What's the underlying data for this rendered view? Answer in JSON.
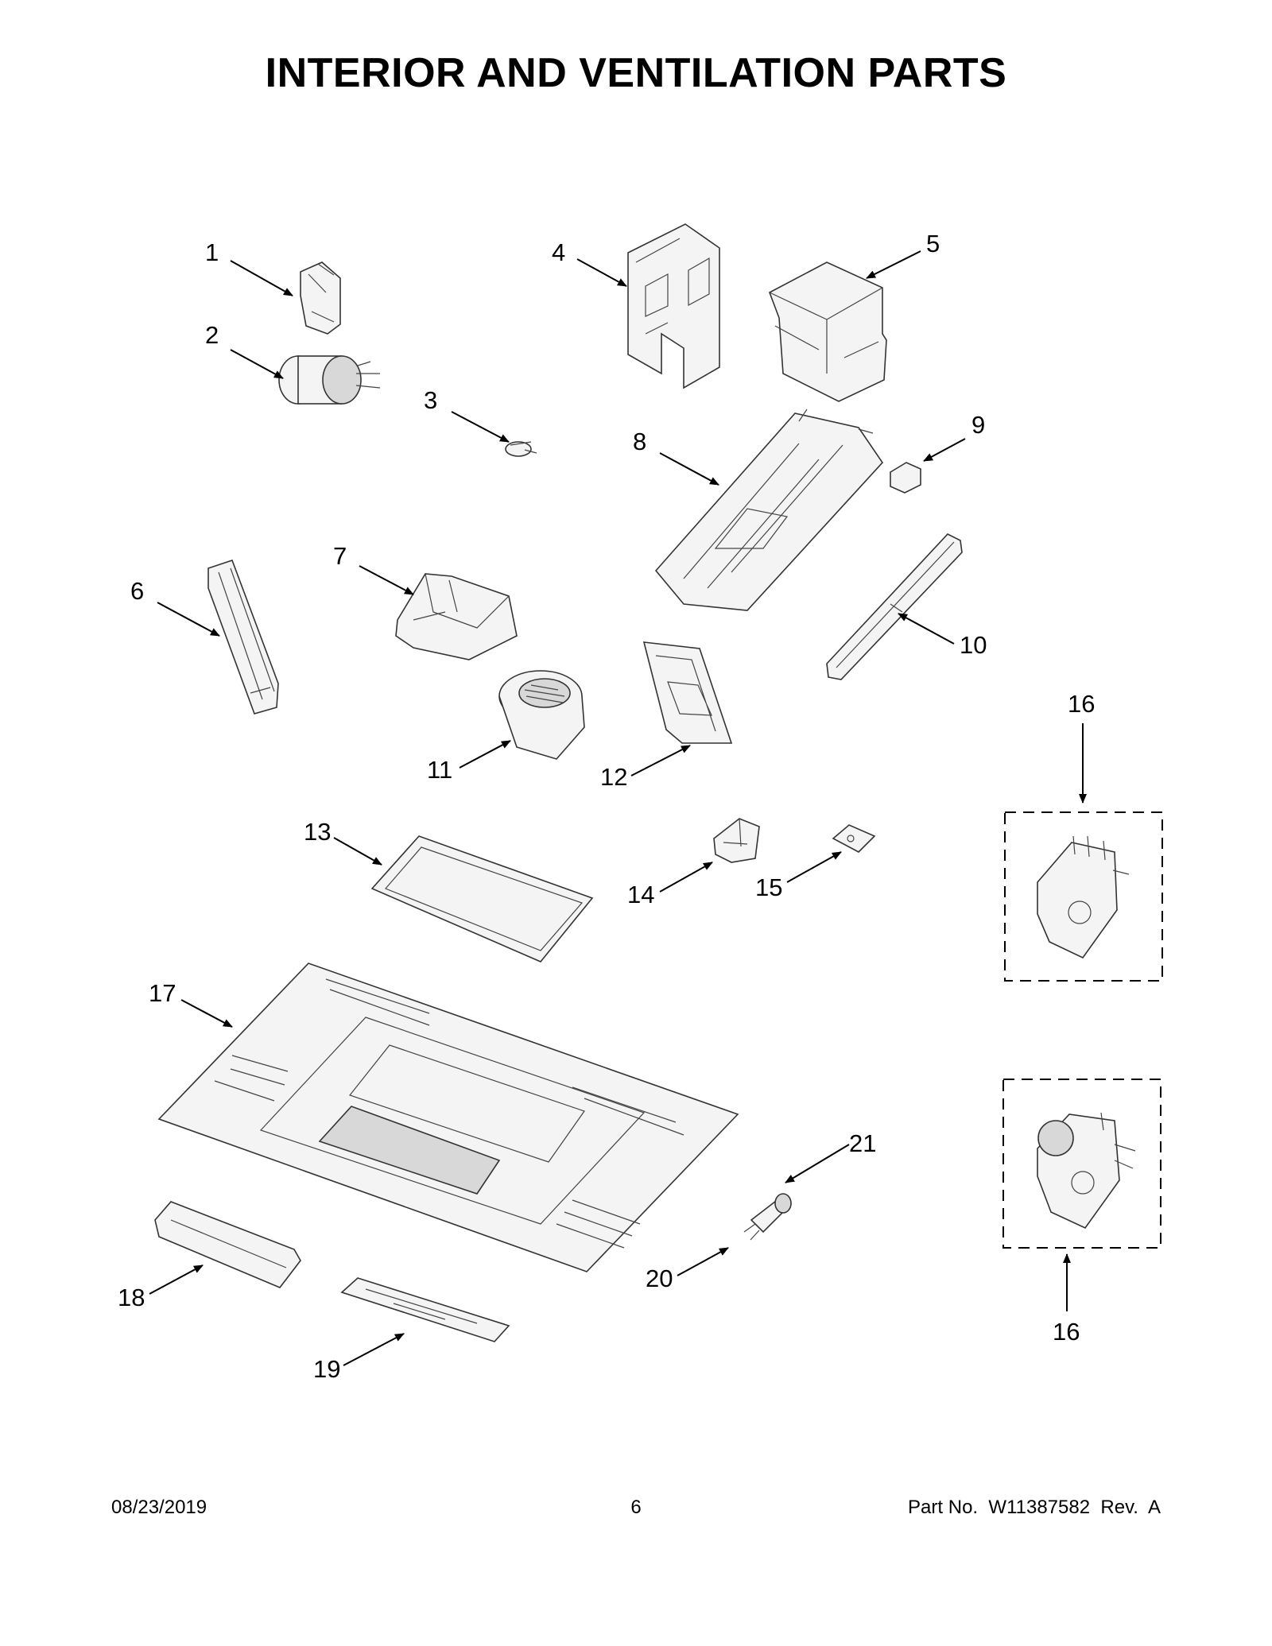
{
  "title": "INTERIOR AND VENTILATION PARTS",
  "footer": {
    "date": "08/23/2019",
    "page": "6",
    "part_no": "Part No.  W11387582  Rev.  A"
  },
  "callouts": [
    "1",
    "2",
    "3",
    "4",
    "5",
    "6",
    "7",
    "8",
    "9",
    "10",
    "11",
    "12",
    "13",
    "14",
    "15",
    "16",
    "16",
    "17",
    "18",
    "19",
    "20",
    "21"
  ],
  "colors": {
    "line": "#000000",
    "part_fill": "#f4f4f4",
    "part_stroke": "#333333"
  }
}
